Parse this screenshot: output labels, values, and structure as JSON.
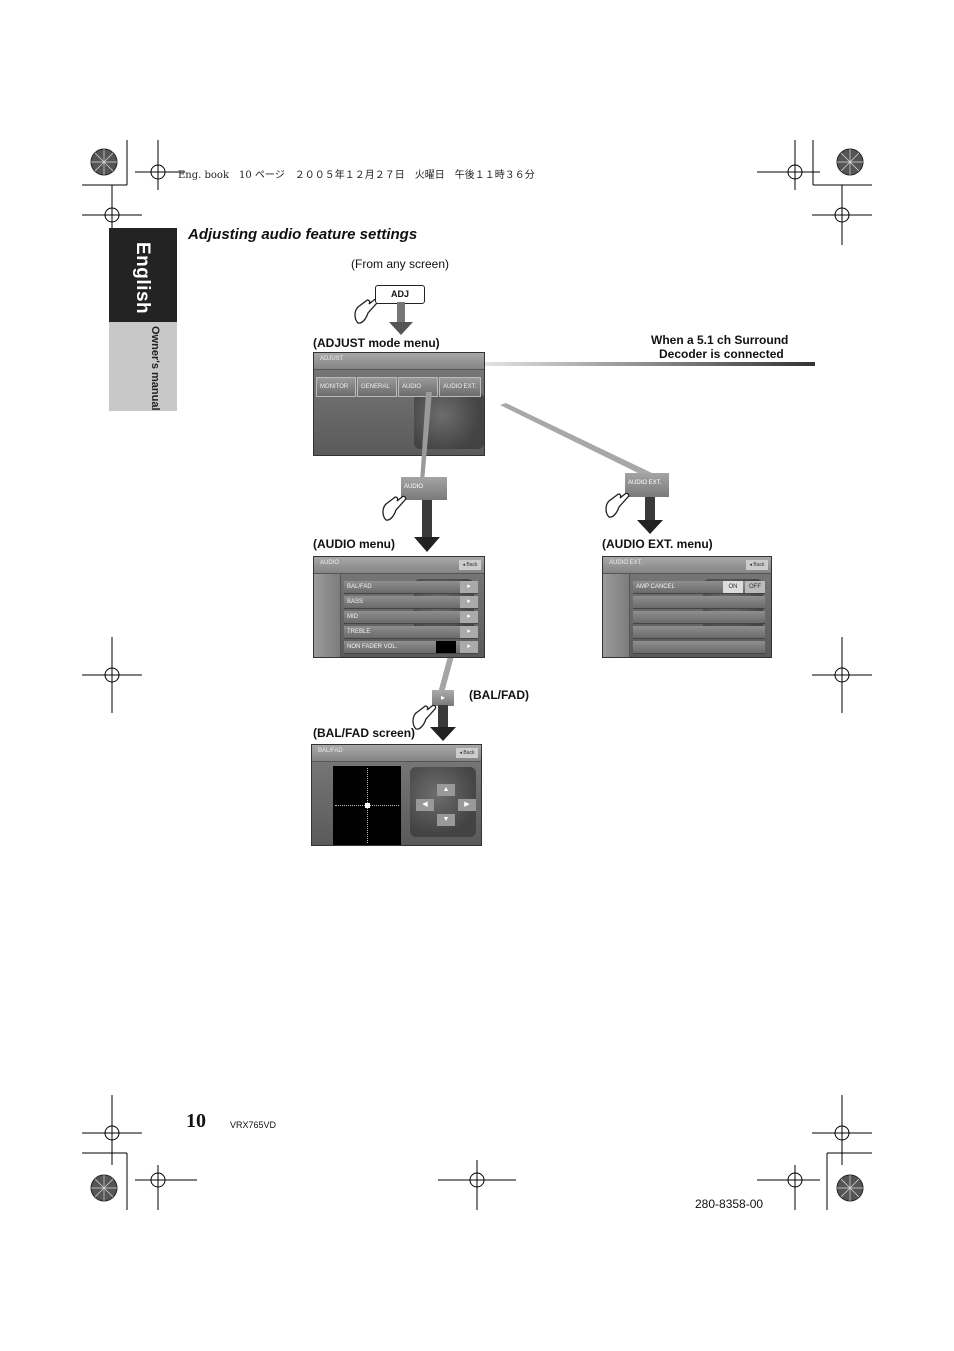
{
  "header": {
    "print_line": "Eng. book　10 ページ　２００５年１２月２７日　火曜日　午後１１時３６分"
  },
  "sidebar": {
    "language": "English",
    "subtitle": "Owner's manual"
  },
  "section_title": "Adjusting audio feature settings",
  "flow": {
    "start_note": "(From any screen)",
    "adj_key": "ADJ",
    "adjust_menu_label": "(ADJUST mode menu)",
    "surround_note_line1": "When a 5.1 ch Surround",
    "surround_note_line2": "Decoder is connected",
    "audio_tap": "AUDIO",
    "audio_ext_tap": "AUDIO EXT.",
    "audio_menu_label": "(AUDIO menu)",
    "audio_ext_menu_label": "(AUDIO EXT. menu)",
    "balfad_tap_label": "(BAL/FAD)",
    "balfad_screen_label": "(BAL/FAD screen)"
  },
  "adjust_screen": {
    "title": "ADJUST",
    "tabs": [
      "MONITOR",
      "GENERAL",
      "AUDIO",
      "AUDIO EXT."
    ]
  },
  "audio_screen": {
    "title": "AUDIO",
    "back": "◂ Back",
    "rows": [
      "BAL/FAD",
      "BASS",
      "MID",
      "TREBLE",
      "NON FADER VOL."
    ]
  },
  "audio_ext_screen": {
    "title": "AUDIO EXT.",
    "back": "◂ Back",
    "row": "AMP CANCEL",
    "on": "ON",
    "off": "OFF"
  },
  "balfad_screen": {
    "title": "BAL/FAD",
    "back": "◂ Back"
  },
  "footer": {
    "page_number": "10",
    "model": "VRX765VD",
    "part_number": "280-8358-00"
  }
}
